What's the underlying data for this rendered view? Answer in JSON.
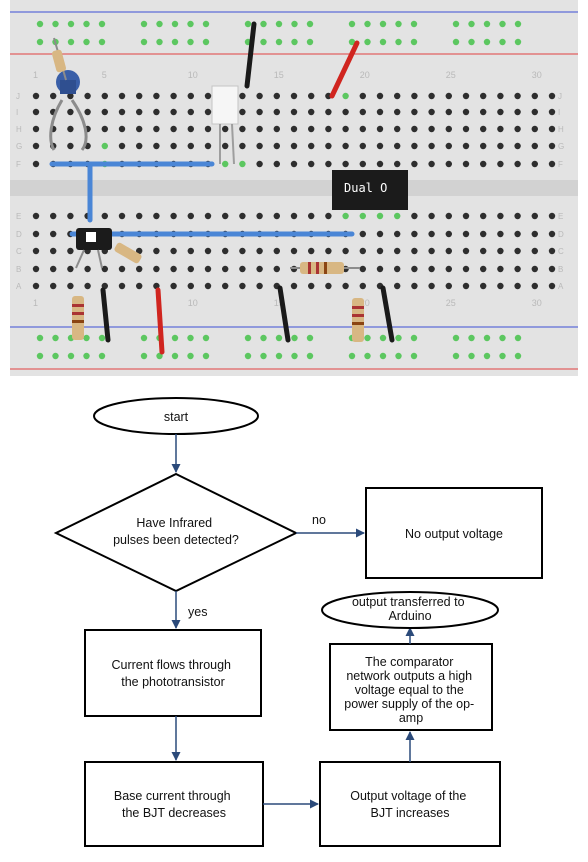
{
  "breadboard": {
    "column_labels": [
      "1",
      "5",
      "10",
      "15",
      "20",
      "25",
      "30"
    ],
    "row_labels_top": [
      "J",
      "I",
      "H",
      "G",
      "F"
    ],
    "row_labels_bottom": [
      "E",
      "D",
      "C",
      "B",
      "A"
    ],
    "chip_label": "Dual O",
    "colors": {
      "board": "#e3e3e3",
      "hole": "#2e2e2e",
      "connected_hole": "#5cc760",
      "rail_blue": "#3d4fd6",
      "rail_red": "#e04040",
      "wire_blue": "#4a86d6",
      "wire_red": "#d0251f",
      "wire_black": "#1a1a1a"
    }
  },
  "flowchart": {
    "nodes": {
      "start": "start",
      "decision": [
        "Have Infrared",
        "pulses been detected?"
      ],
      "no_output": "No output voltage",
      "current_flow": [
        "Current flows through",
        "the phototransistor"
      ],
      "base_current": [
        "Base current through",
        "the BJT decreases"
      ],
      "output_voltage": [
        "Output voltage of the",
        "BJT increases"
      ],
      "comparator": [
        "The comparator",
        "network outputs a high",
        "voltage equal to the",
        "power supply of the op-",
        "amp"
      ],
      "arduino": [
        "output transferred to",
        "Arduino"
      ]
    },
    "edges": {
      "no": "no",
      "yes": "yes"
    },
    "colors": {
      "arrow": "#2b4a7a",
      "border": "#000000"
    }
  }
}
